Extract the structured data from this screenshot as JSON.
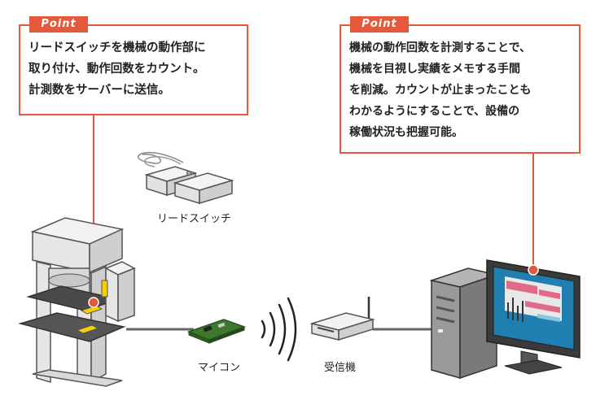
{
  "callout_left": {
    "tag": "Point",
    "lines": [
      "リードスイッチを機械の動作部に",
      "取り付け、動作回数をカウント。",
      "計測数をサーバーに送信。"
    ]
  },
  "callout_right": {
    "tag": "Point",
    "lines": [
      "機械の動作回数を計測することで、",
      "機械を目視し実績をメモする手間",
      "を削減。カウントが止まったことも",
      "わかるようにすることで、設備の",
      "稼働状況も把握可能。"
    ]
  },
  "labels": {
    "reed_switch": "リードスイッチ",
    "microcontroller": "マイコン",
    "receiver": "受信機"
  },
  "colors": {
    "accent": "#e5583a",
    "line": "#555555"
  }
}
